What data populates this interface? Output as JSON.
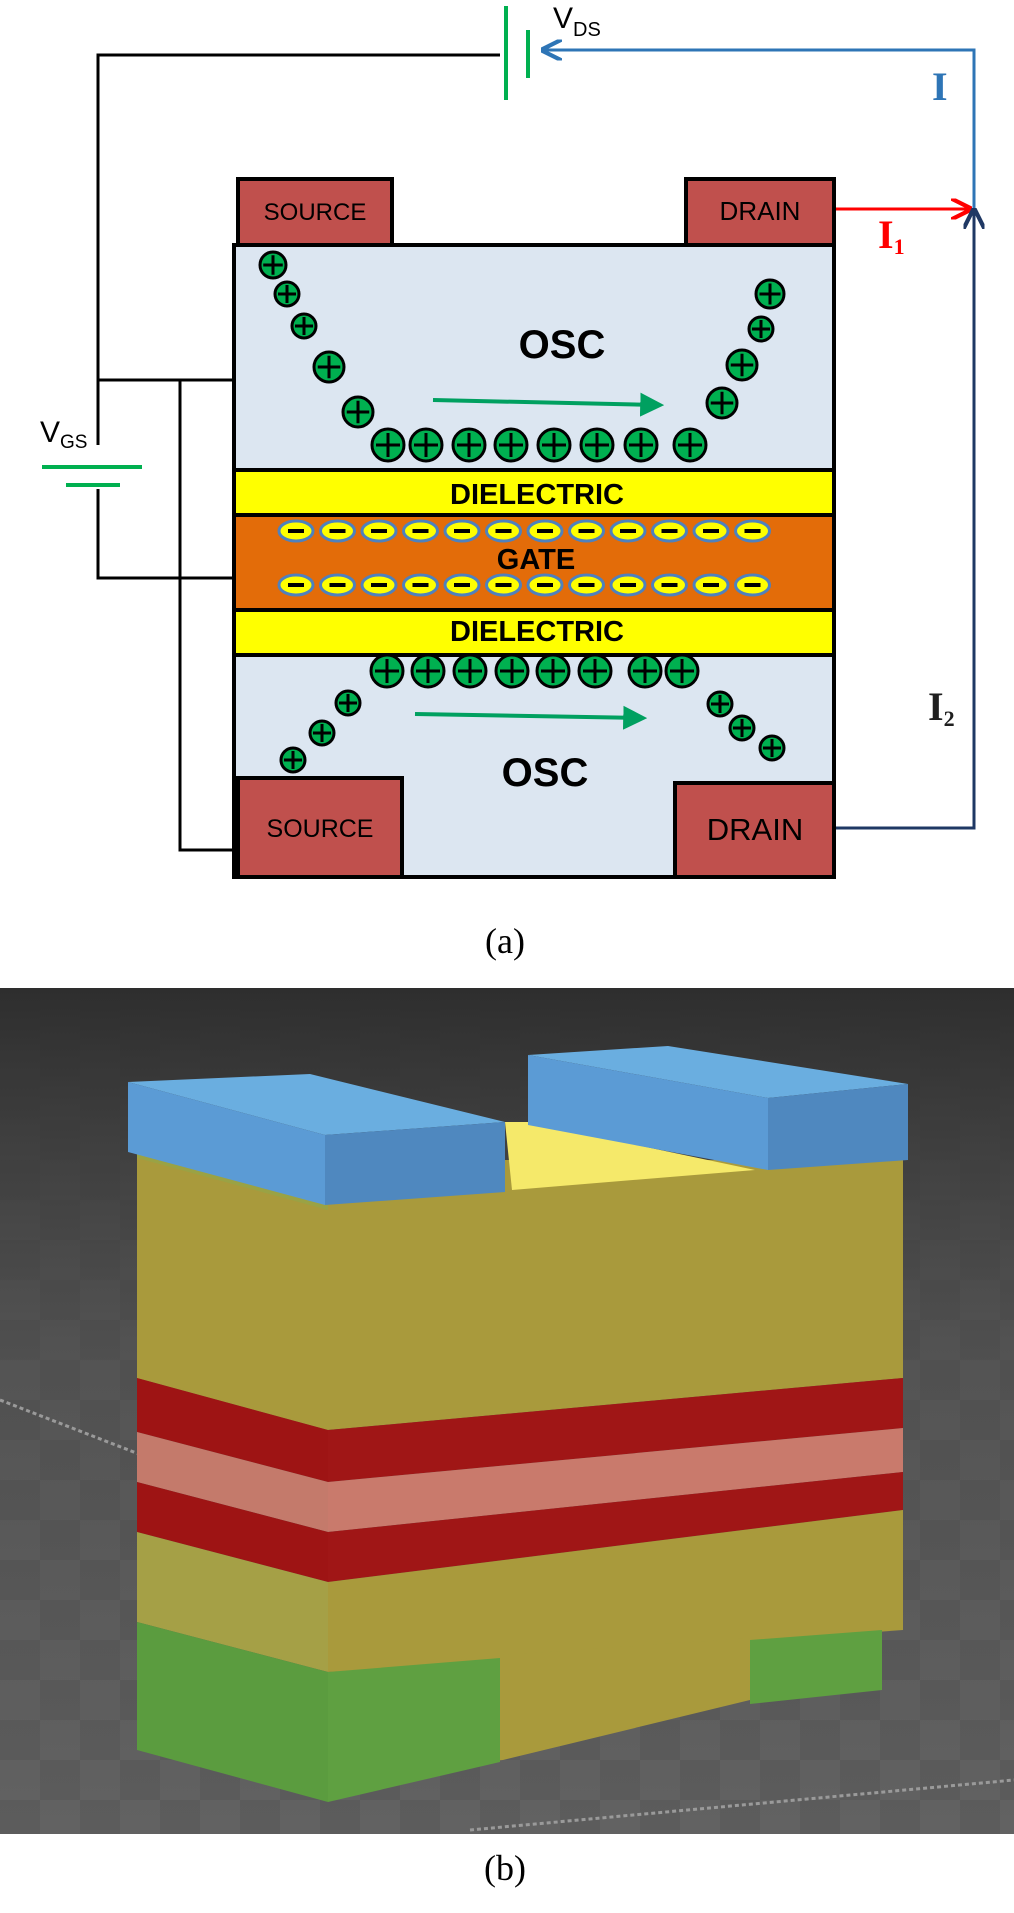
{
  "diagram_a": {
    "caption": "(a)",
    "top_contacts": {
      "source": "SOURCE",
      "drain": "DRAIN"
    },
    "bottom_contacts": {
      "source": "SOURCE",
      "drain": "DRAIN"
    },
    "top_layer": "OSC",
    "bottom_layer": "OSC",
    "dielectric_top": "DIELECTRIC",
    "gate": "GATE",
    "dielectric_bottom": "DIELECTRIC",
    "vds": {
      "main": "V",
      "sub": "DS"
    },
    "vgs": {
      "main": "V",
      "sub": "GS"
    },
    "current_total": "I",
    "current_1": {
      "main": "I",
      "sub": "1"
    },
    "current_2": {
      "main": "I",
      "sub": "2"
    },
    "colors": {
      "contact": "#c0504d",
      "osc": "#dce6f1",
      "dielectric": "#ffff00",
      "gate": "#e36c09",
      "hole": "#00b050",
      "electron_fill": "#ffff00",
      "electron_ring": "#4f81bd",
      "channel_arrow": "#00a060",
      "current_total": "#2e75b6",
      "current_1": "#ff0000",
      "current_2": "#1f3864",
      "battery": "#00b050"
    }
  },
  "diagram_b": {
    "caption": "(b)",
    "colors": {
      "contact_top": "#5b9bd5",
      "osc": "#a99a3c",
      "dielectric": "#a01616",
      "gate": "#c97a6c",
      "contact_bottom": "#5fa041",
      "channel_top": "#f5e96a",
      "floor": "#5a5a5a"
    }
  }
}
